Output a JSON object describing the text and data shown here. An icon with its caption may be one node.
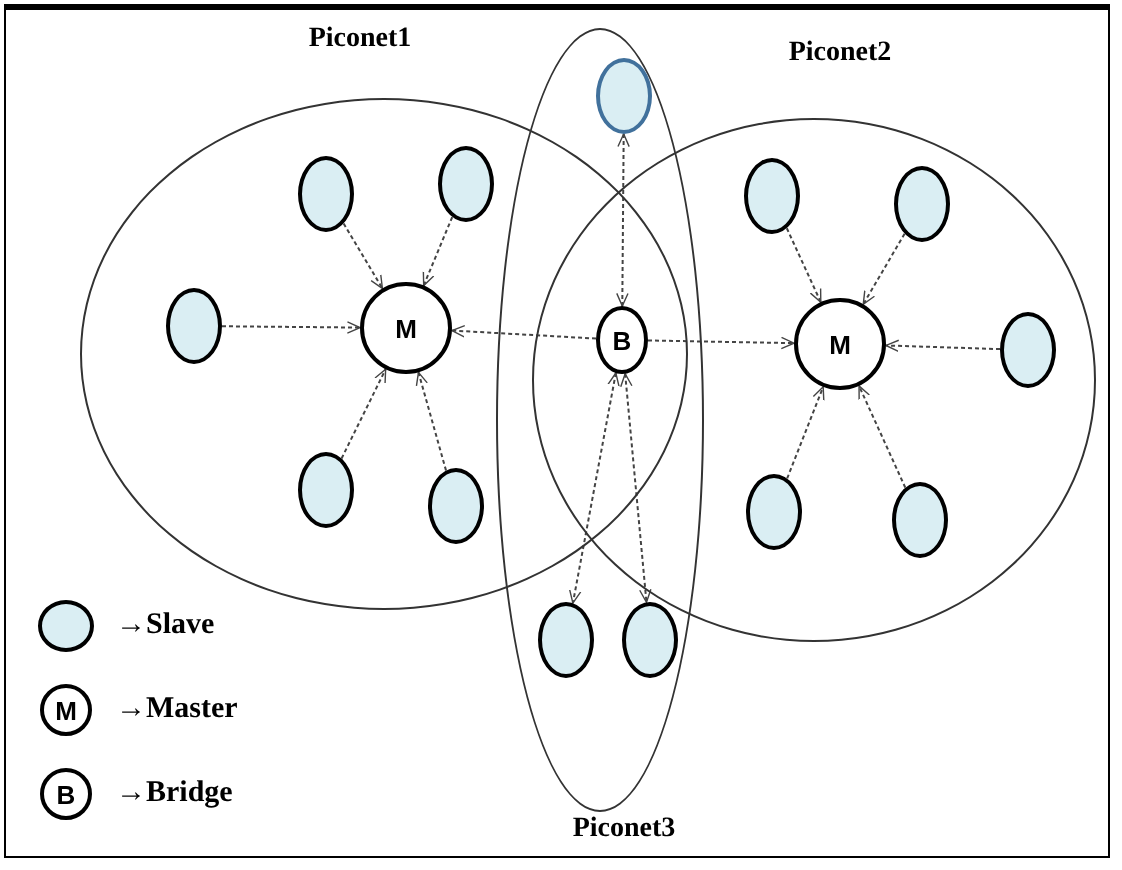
{
  "diagram": {
    "nodes": [
      {
        "text": [
          "Piconet1"
        ]
      },
      {
        "text": [],
        "shape": "ellipse",
        "in": 0
      },
      {
        "text": [],
        "shape": "ellipse",
        "in": 0
      },
      {
        "text": [],
        "shape": "ellipse",
        "in": 0
      },
      {
        "text": [
          "M"
        ],
        "in": 0
      },
      {
        "text": [],
        "shape": "ellipse",
        "in": 0
      },
      {
        "text": [],
        "shape": "ellipse",
        "in": 0
      },
      {
        "text": [
          "Piconet3"
        ]
      },
      {
        "text": [],
        "shape": "ellipse",
        "in": 7
      },
      {
        "text": [
          "B"
        ]
      },
      {
        "text": [],
        "shape": "ellipse",
        "in": 7
      },
      {
        "text": [],
        "shape": "ellipse",
        "in": 7
      },
      {
        "text": [
          "Piconet2"
        ]
      },
      {
        "text": [],
        "shape": "ellipse",
        "in": 12
      },
      {
        "text": [],
        "shape": "ellipse",
        "in": 12
      },
      {
        "text": [
          "M"
        ],
        "in": 12
      },
      {
        "text": [],
        "shape": "ellipse",
        "in": 12
      },
      {
        "text": [],
        "shape": "ellipse",
        "in": 12
      },
      {
        "text": [],
        "shape": "ellipse",
        "in": 12
      }
    ],
    "edges": [
      {
        "from": 1,
        "to": 4,
        "arrow": "to",
        "style": "dashed"
      },
      {
        "from": 2,
        "to": 4,
        "arrow": "to",
        "style": "dashed"
      },
      {
        "from": 3,
        "to": 4,
        "arrow": "to",
        "style": "dashed"
      },
      {
        "from": 5,
        "to": 4,
        "arrow": "to",
        "style": "dashed"
      },
      {
        "from": 6,
        "to": 4,
        "arrow": "to",
        "style": "dashed"
      },
      {
        "from": 9,
        "to": 4,
        "arrow": "to",
        "style": "dashed"
      },
      {
        "from": 9,
        "to": 15,
        "arrow": "to",
        "style": "dashed"
      },
      {
        "from": 8,
        "to": 9,
        "arrow": "both",
        "style": "dashed"
      },
      {
        "from": 9,
        "to": 10,
        "arrow": "both",
        "style": "dashed"
      },
      {
        "from": 9,
        "to": 11,
        "arrow": "both",
        "style": "dashed"
      },
      {
        "from": 13,
        "to": 15,
        "arrow": "to",
        "style": "dashed"
      },
      {
        "from": 14,
        "to": 15,
        "arrow": "to",
        "style": "dashed"
      },
      {
        "from": 16,
        "to": 15,
        "arrow": "to",
        "style": "dashed"
      },
      {
        "from": 17,
        "to": 15,
        "arrow": "to",
        "style": "dashed"
      },
      {
        "from": 18,
        "to": 15,
        "arrow": "to",
        "style": "dashed"
      }
    ],
    "labels": [
      "M",
      "B"
    ],
    "legend": [
      {
        "text": "→Slave"
      },
      {
        "text": "→Master"
      },
      {
        "text": "→Bridge"
      }
    ]
  }
}
